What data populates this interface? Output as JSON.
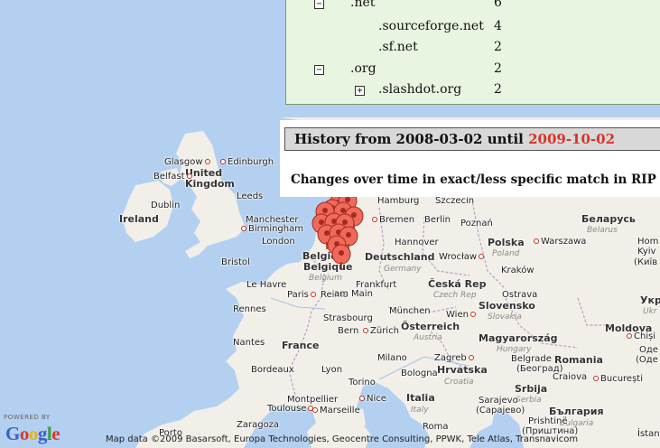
{
  "tree": {
    "rows": [
      {
        "toggle": "−",
        "name": ".net",
        "count": "6"
      },
      {
        "toggle": "",
        "name": ".sourceforge.net",
        "count": "4"
      },
      {
        "toggle": "",
        "name": ".sf.net",
        "count": "2"
      },
      {
        "toggle": "−",
        "name": ".org",
        "count": "2"
      },
      {
        "toggle": "+",
        "name": ".slashdot.org",
        "count": "2"
      }
    ]
  },
  "history": {
    "heading_prefix": "History from 2008-03-02 until ",
    "end_date": "2009-10-02",
    "changes_text": "Changes over time in exact/less specific match in RIP"
  },
  "map": {
    "powered_by": "POWERED BY",
    "logo": [
      "G",
      "o",
      "o",
      "g",
      "l",
      "e"
    ],
    "attribution": "Map data ©2009 Basarsoft, Europa Technologies, Geocentre Consulting, PPWK, Tele Atlas, Transnavicom",
    "countries": {
      "united_kingdom": "United\nKingdom",
      "ireland": "Ireland",
      "belgie": "België",
      "belgique": "Belgique",
      "belgium": "Belgium",
      "deutschland": "Deutschland",
      "germany": "Germany",
      "polska": "Polska",
      "poland": "Poland",
      "belarus_local": "Беларусь",
      "belarus": "Belarus",
      "ceska": "Česká Rep",
      "czech": "Czech Rep",
      "slovensko": "Slovensko",
      "slovakia": "Slovakia",
      "osterreich": "Österreich",
      "austria": "Austria",
      "magyarorszag": "Magyarország",
      "hungary": "Hungary",
      "france": "France",
      "romania": "Romania",
      "moldova": "Moldova",
      "hrvatska": "Hrvatska",
      "croatia": "Croatia",
      "srbija": "Srbija",
      "serbia": "Serbia",
      "italia": "Italia",
      "italy": "Italy",
      "bulgaria_local": "България",
      "bulgaria": "Bulgaria",
      "ukr": "Укр",
      "ukr_sub": "Ukr"
    },
    "cities": {
      "glasgow": "Glasgow",
      "edinburgh": "Edinburgh",
      "belfast": "Belfast",
      "leeds": "Leeds",
      "dublin": "Dublin",
      "manchester": "Manchester",
      "birmingham": "Birmingham",
      "london": "London",
      "bristol": "Bristol",
      "le_havre": "Le Havre",
      "paris": "Paris",
      "reims": "Reims",
      "rennes": "Rennes",
      "nantes": "Nantes",
      "bordeaux": "Bordeaux",
      "lyon": "Lyon",
      "montpellier": "Montpellier",
      "toulouse": "Toulouse",
      "marseille": "Marseille",
      "nice": "Nice",
      "zaragoza": "Zaragoza",
      "porto": "Porto",
      "hamburg": "Hamburg",
      "szczecin": "Szczecin",
      "bremen": "Bremen",
      "berlin": "Berlin",
      "poznan": "Poznań",
      "hannover": "Hannover",
      "wroclaw": "Wrocław",
      "warszawa": "Warszawa",
      "krakow": "Kraków",
      "frankfurt": "Frankfurt",
      "am_main": "am Main",
      "ostrava": "Ostrava",
      "munchen": "München",
      "wien": "Wien",
      "strasbourg": "Strasbourg",
      "bern": "Bern",
      "zurich": "Zürich",
      "milano": "Milano",
      "torino": "Torino",
      "bologna": "Bologna",
      "zagreb": "Zagreb",
      "belgrade": "Belgrade",
      "belgrade_local": "(Београд)",
      "craiova": "Craiova",
      "bucuresti": "București",
      "sarajevo": "Sarajevo",
      "sarajevo_local": "(Сарајево)",
      "roma": "Roma",
      "prishtine": "Prishtinë",
      "prishtine_local": "(Приштина)",
      "kyiv": "Kyiv",
      "kyiv_local": "(Київ",
      "odesa": "Оде",
      "odesa_local": "(Оде",
      "chisinau": "Chiși",
      "hom": "Hom",
      "istan": "İstan"
    }
  }
}
